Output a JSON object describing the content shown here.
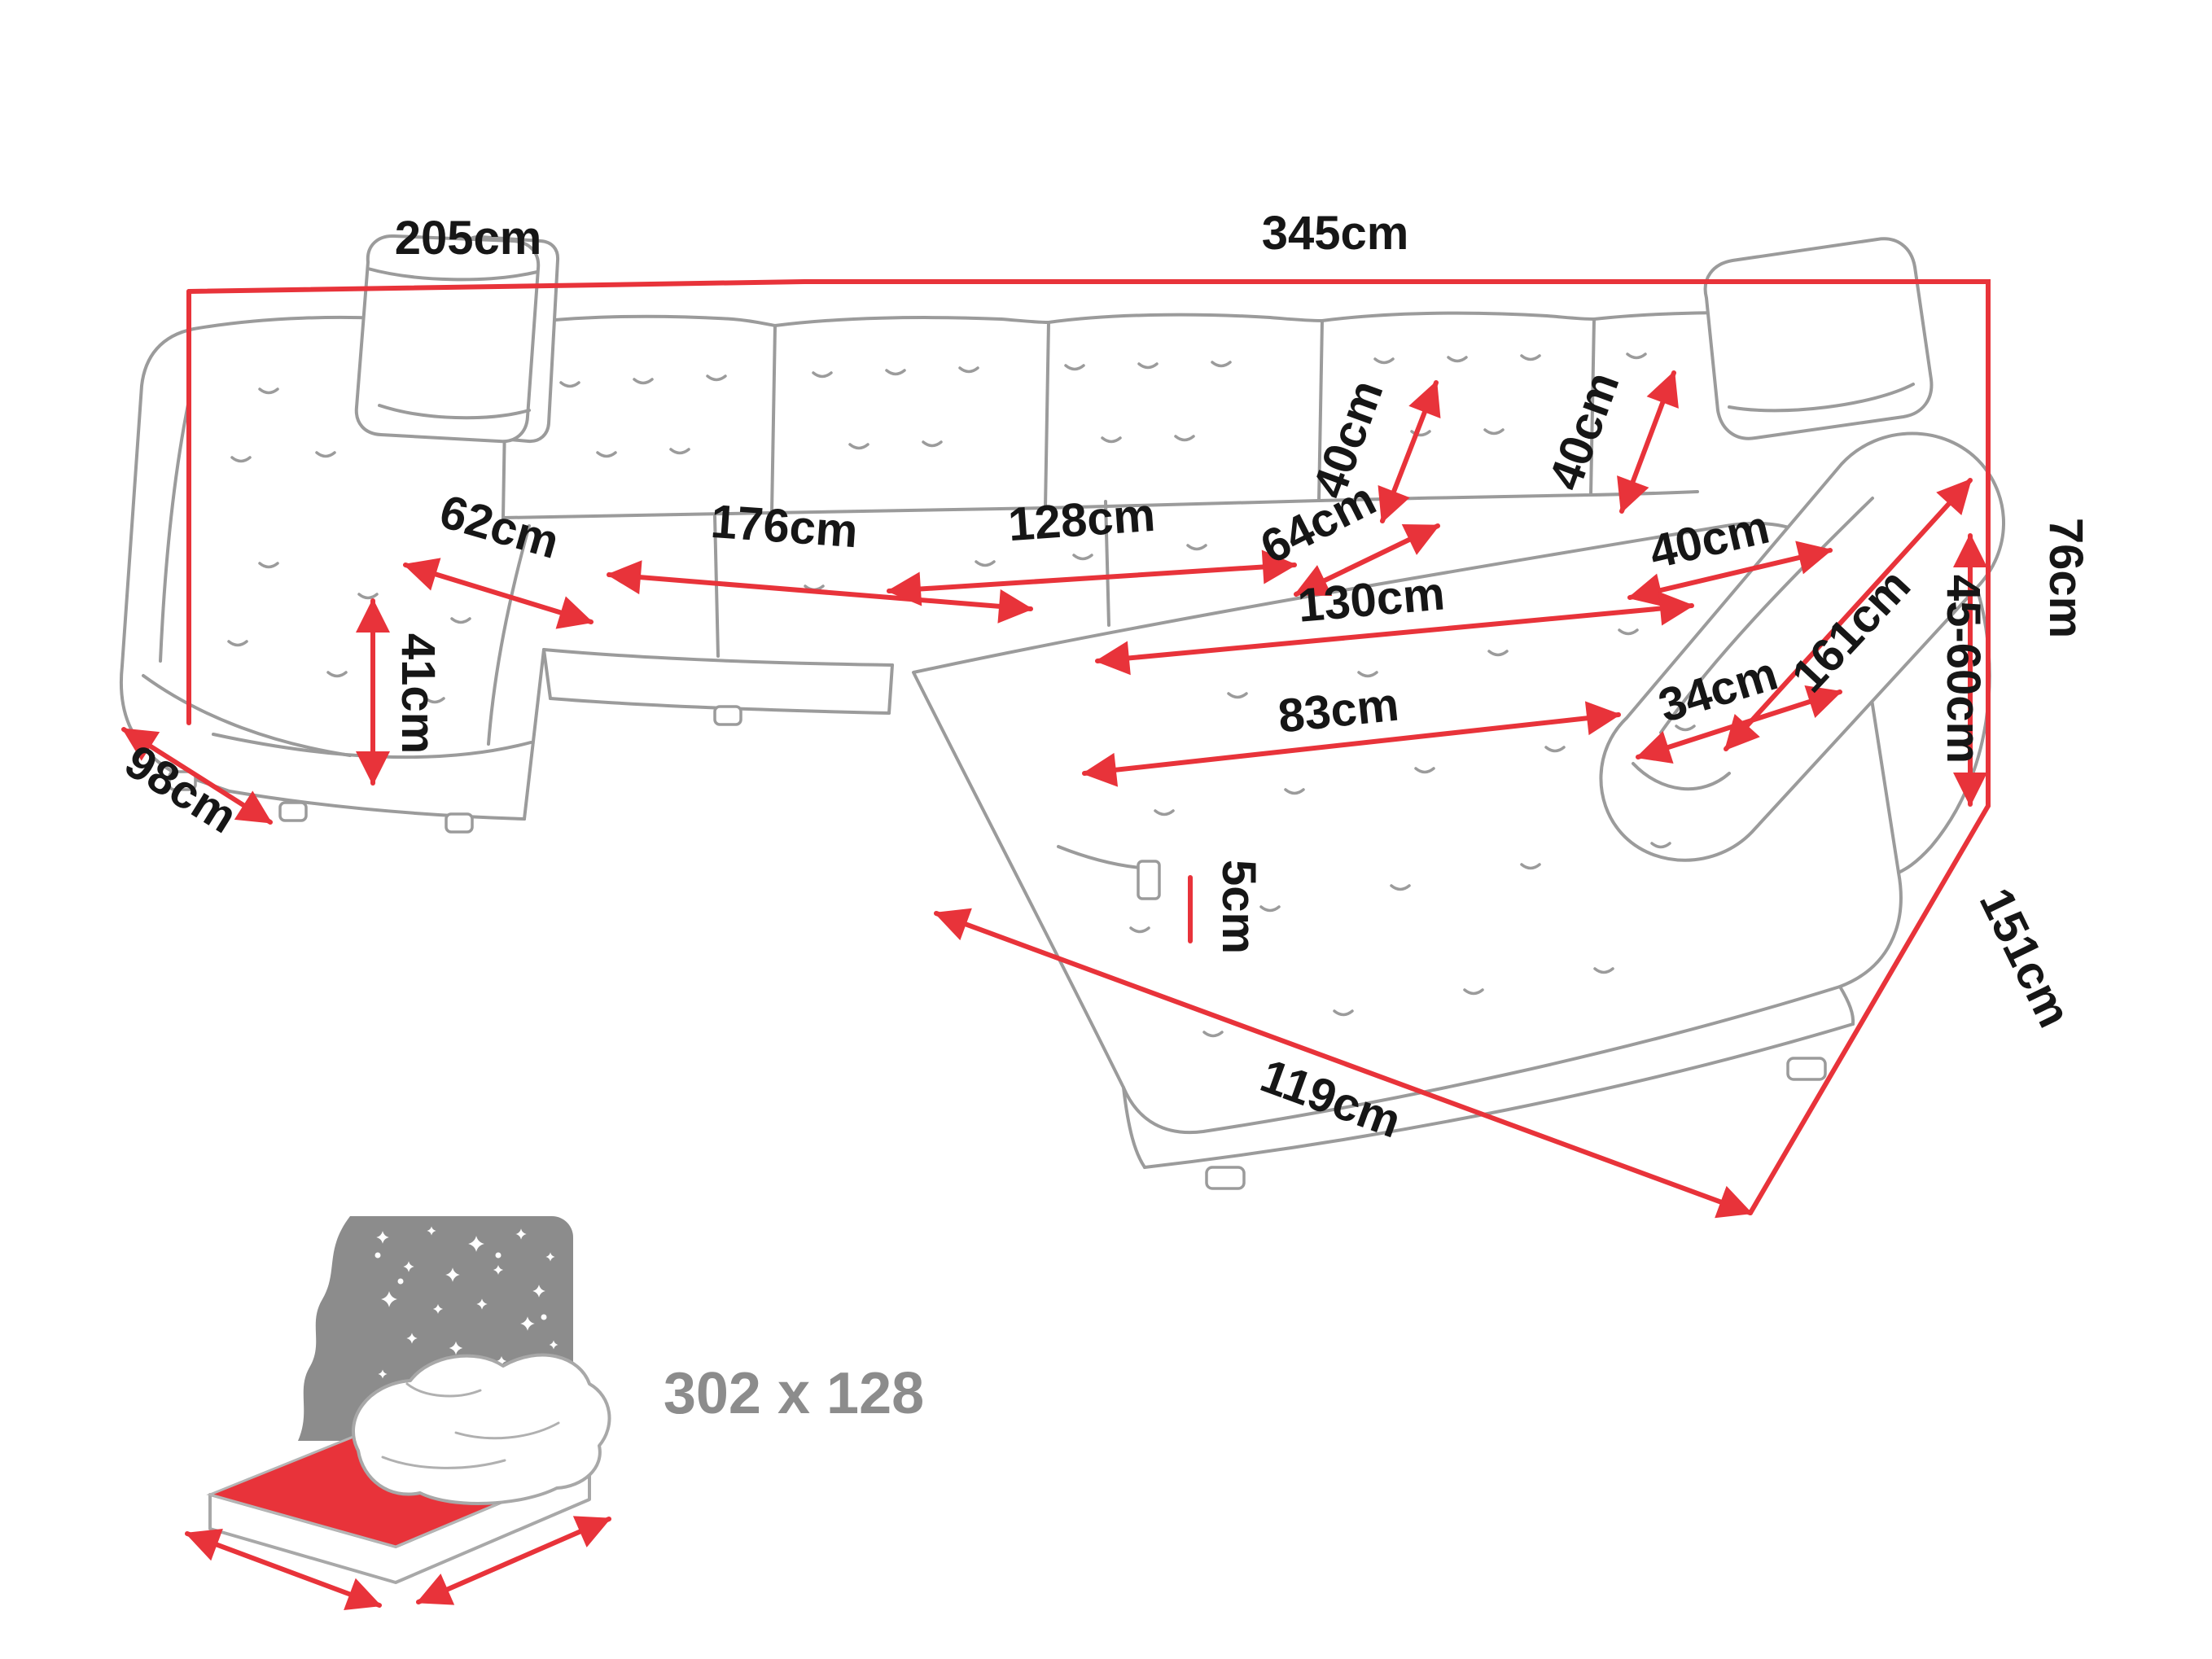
{
  "diagram": {
    "type": "sofa-dimension-diagram",
    "colors": {
      "dimension_red": "#e8333a",
      "outline_gray": "#9b9b9b",
      "dark_gray": "#8c8c8c",
      "text_black": "#161616"
    },
    "labels": {
      "back_width_left": "205cm",
      "back_width_right": "345cm",
      "total_height": "76cm",
      "armrest_height_range": "45-60cm",
      "right_side_depth": "151cm",
      "chaise_front_width": "119cm",
      "leg_clearance": "5cm",
      "left_side_depth": "98cm",
      "seat_height": "41cm",
      "left_seat_depth": "62cm",
      "left_seat_width": "176cm",
      "middle_seat_width": "128cm",
      "middle_seat_depth": "64cm",
      "backrest_height_left": "40cm",
      "backrest_height_right": "40cm",
      "cushion_size": "40cm",
      "chaise_length": "130cm",
      "chaise_seat_width": "83cm",
      "armrest_width": "34cm",
      "armrest_length": "161cm"
    },
    "sleeping_area": {
      "value": "302 x 128",
      "icon": "sleep-function-icon"
    }
  }
}
